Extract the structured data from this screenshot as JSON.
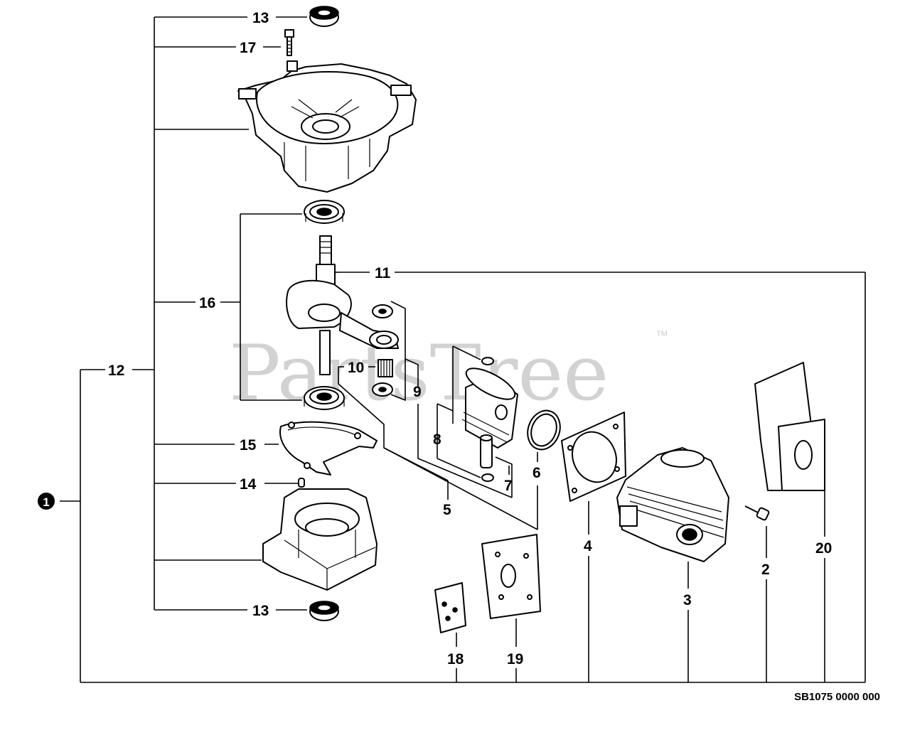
{
  "watermark": {
    "text": "PartsTree",
    "trademark": "™"
  },
  "drawing_code": "SB1075 0000 000",
  "assembly_marker": "1",
  "callouts": [
    {
      "id": "c13a",
      "label": "13"
    },
    {
      "id": "c17",
      "label": "17"
    },
    {
      "id": "c16",
      "label": "16"
    },
    {
      "id": "c12",
      "label": "12"
    },
    {
      "id": "c11",
      "label": "11"
    },
    {
      "id": "c10",
      "label": "10"
    },
    {
      "id": "c9",
      "label": "9"
    },
    {
      "id": "c8",
      "label": "8"
    },
    {
      "id": "c7",
      "label": "7"
    },
    {
      "id": "c6",
      "label": "6"
    },
    {
      "id": "c5",
      "label": "5"
    },
    {
      "id": "c15",
      "label": "15"
    },
    {
      "id": "c14",
      "label": "14"
    },
    {
      "id": "c4",
      "label": "4"
    },
    {
      "id": "c3",
      "label": "3"
    },
    {
      "id": "c2",
      "label": "2"
    },
    {
      "id": "c20",
      "label": "20"
    },
    {
      "id": "c13b",
      "label": "13"
    },
    {
      "id": "c18",
      "label": "18"
    },
    {
      "id": "c19",
      "label": "19"
    }
  ]
}
